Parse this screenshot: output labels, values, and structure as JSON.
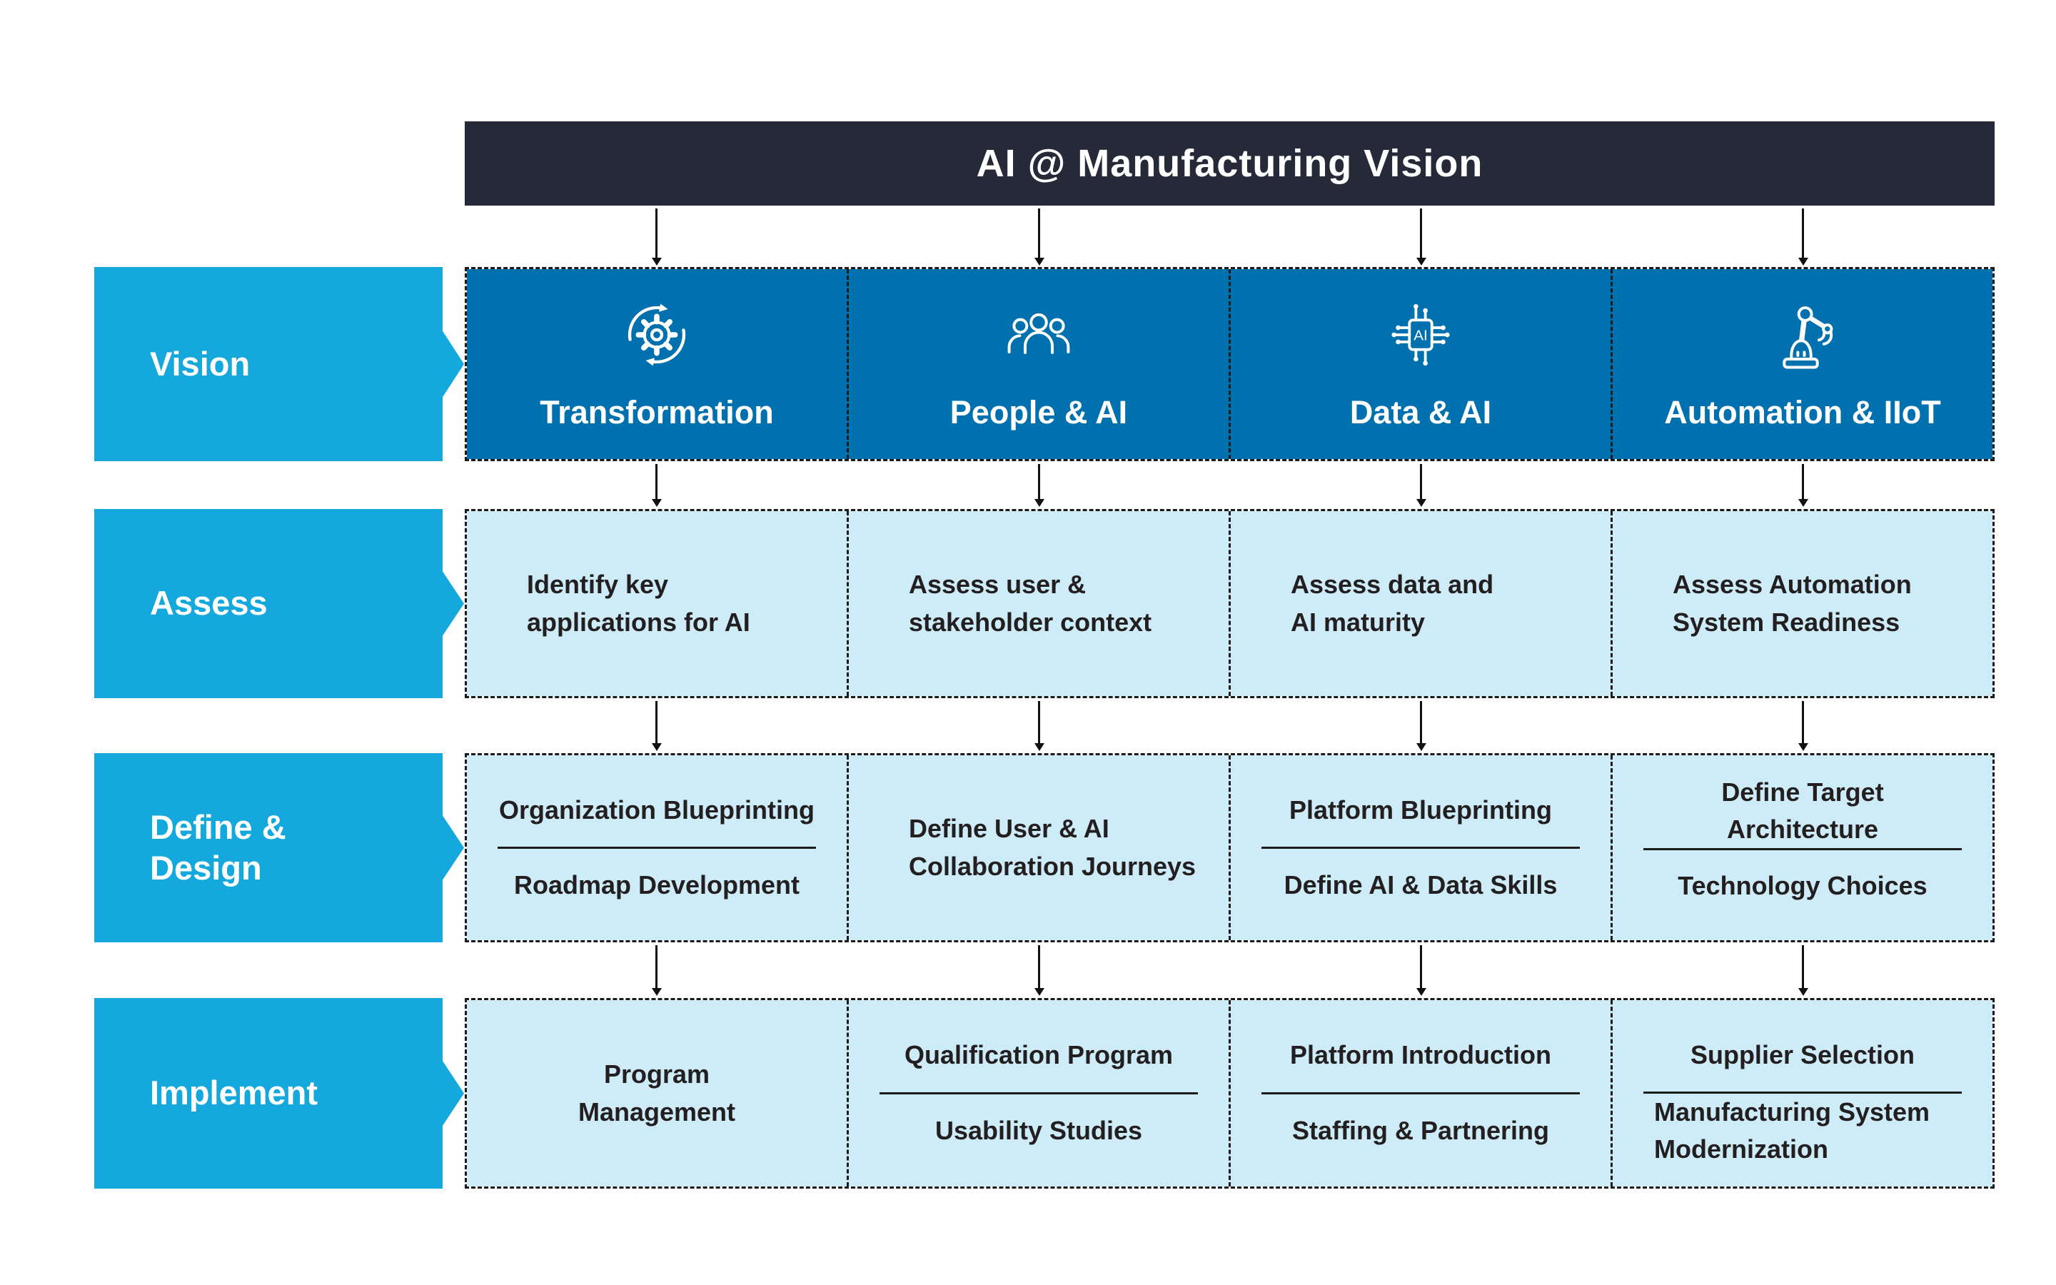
{
  "title": "AI @ Manufacturing Vision",
  "colors": {
    "banner_navy": "#262A38",
    "row_label_blue": "#14A8DC",
    "pillar_blue": "#0070AE",
    "cell_light_blue": "#CEECF7",
    "text_dark": "#231F20",
    "line_black": "#1B1B1B"
  },
  "icons": {
    "transformation": "gear-refresh-icon",
    "people": "people-group-icon",
    "data": "ai-chip-icon",
    "automation": "robot-arm-icon",
    "ai_chip_label": "AI"
  },
  "rows": [
    {
      "label": "Vision",
      "cells": [
        {
          "title": "Transformation",
          "icon": "gear-refresh-icon"
        },
        {
          "title": "People & AI",
          "icon": "people-group-icon"
        },
        {
          "title": "Data & AI",
          "icon": "ai-chip-icon"
        },
        {
          "title": "Automation & IIoT",
          "icon": "robot-arm-icon"
        }
      ]
    },
    {
      "label": "Assess",
      "cells": [
        {
          "text": "Identify key\napplications for AI"
        },
        {
          "text": "Assess user &\nstakeholder context"
        },
        {
          "text": "Assess data and\nAI maturity"
        },
        {
          "text": "Assess Automation\nSystem Readiness"
        }
      ]
    },
    {
      "label": "Define &\nDesign",
      "cells": [
        {
          "top": "Organization Blueprinting",
          "bottom": "Roadmap Development"
        },
        {
          "text": "Define User & AI\nCollaboration Journeys"
        },
        {
          "top": "Platform Blueprinting",
          "bottom": "Define AI & Data Skills"
        },
        {
          "top": "Define Target\nArchitecture",
          "bottom": "Technology Choices"
        }
      ]
    },
    {
      "label": "Implement",
      "cells": [
        {
          "text": "Program\nManagement"
        },
        {
          "top": "Qualification Program",
          "bottom": "Usability Studies"
        },
        {
          "top": "Platform Introduction",
          "bottom": "Staffing & Partnering"
        },
        {
          "top": "Supplier Selection",
          "bottom": "Manufacturing System\nModernization"
        }
      ]
    }
  ]
}
